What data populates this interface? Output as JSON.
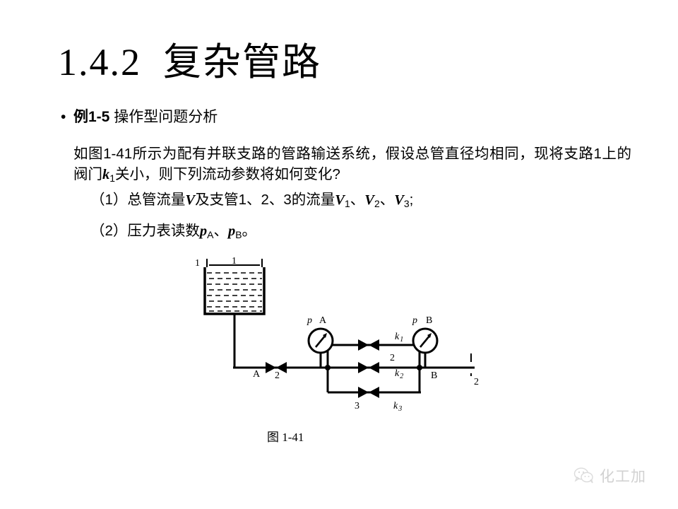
{
  "slide": {
    "title": "1.4.2  复杂管路",
    "bullet": {
      "marker": "•",
      "label_bold": "例1-5",
      "label_rest": " 操作型问题分析"
    },
    "paragraph": {
      "part1": "如图1-41所示为配有并联支路的管路输送系统，假设总管直径均相同，现将支路1上的阀门",
      "var_k": "k",
      "var_k_sub": "1",
      "part2": "关小，则下列流动参数将如何变化?"
    },
    "items": [
      {
        "number": "（1）",
        "text_a": "总管流量",
        "v": "V",
        "text_b": "及支管1、2、3的流量",
        "v1": "V",
        "v1_sub": "1",
        "sep1": "、",
        "v2": "V",
        "v2_sub": "2",
        "sep2": "、",
        "v3": "V",
        "v3_sub": "3",
        "tail": ";"
      },
      {
        "number": "（2）",
        "text_a": "压力表读数",
        "p1": "p",
        "p1_sub": "A",
        "sep1": "、",
        "p2": "p",
        "p2_sub": "B",
        "tail": "。"
      }
    ],
    "figure": {
      "caption": "图 1-41",
      "labels": {
        "section1_left": "1",
        "section1_right": "1",
        "section2_right": "2",
        "point_a": "A",
        "valve_a_num": "2",
        "gauge_a_p": "p",
        "gauge_a_sub": "A",
        "gauge_b_p": "p",
        "gauge_b_sub": "B",
        "point_b": "B",
        "branch1_valve": "k",
        "branch1_valve_sub": "1",
        "branch2_num": "2",
        "branch2_valve": "k",
        "branch2_valve_sub": "2",
        "branch3_num": "3",
        "branch3_valve": "k",
        "branch3_valve_sub": "3"
      }
    },
    "watermark": {
      "icon": "wechat-icon",
      "text": "化工加"
    }
  }
}
